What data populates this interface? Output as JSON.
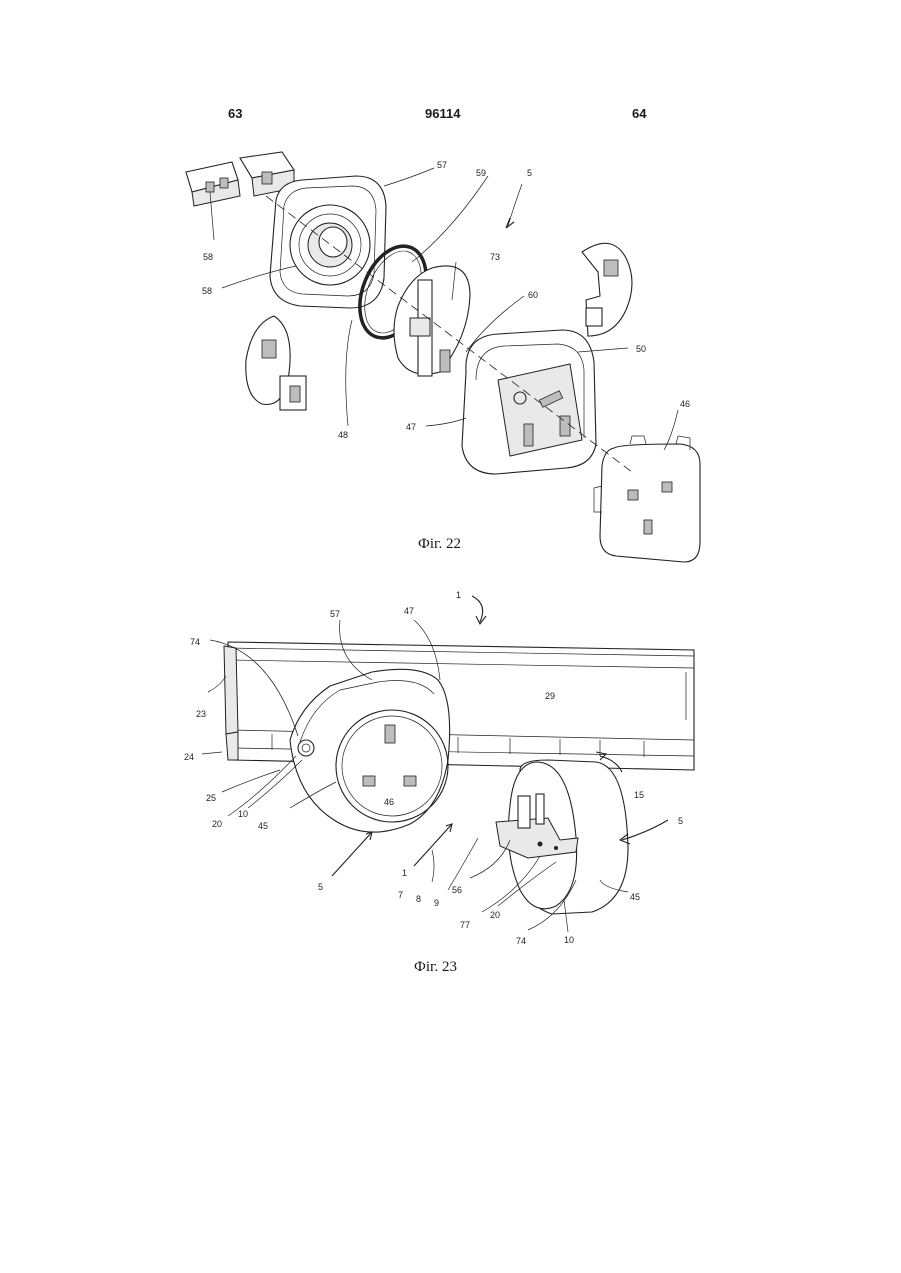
{
  "header": {
    "page_left": "63",
    "patent_number": "96114",
    "page_right": "64"
  },
  "figure22": {
    "caption": "Фіг. 22",
    "labels": {
      "l5": "5",
      "l57": "57",
      "l59": "59",
      "l58a": "58",
      "l58b": "58",
      "l73": "73",
      "l60": "60",
      "l50": "50",
      "l48": "48",
      "l47": "47",
      "l46": "46"
    }
  },
  "figure23": {
    "caption": "Фіг. 23",
    "labels": {
      "l1a": "1",
      "l57": "57",
      "l47": "47",
      "l74a": "74",
      "l23": "23",
      "l29": "29",
      "l24": "24",
      "l25": "25",
      "l20a": "20",
      "l10a": "10",
      "l45a": "45",
      "l46": "46",
      "l15": "15",
      "l5a": "5",
      "l5b": "5",
      "l1b": "1",
      "l7": "7",
      "l8": "8",
      "l9": "9",
      "l56": "56",
      "l77": "77",
      "l20b": "20",
      "l74b": "74",
      "l10b": "10",
      "l45b": "45"
    }
  }
}
